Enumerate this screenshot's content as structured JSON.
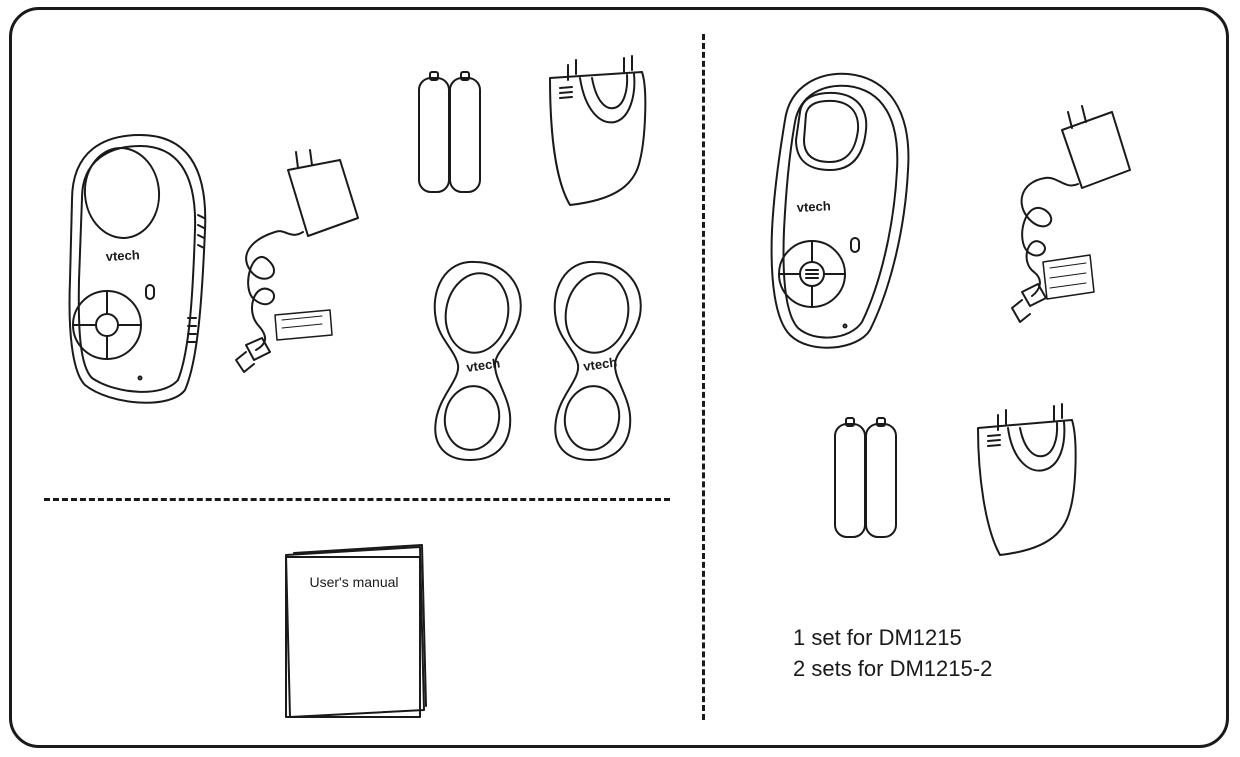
{
  "manual": {
    "label": "User's manual"
  },
  "brand": {
    "logo": "vtech"
  },
  "sets_note": {
    "line1": "1 set for DM1215",
    "line2": "2 sets for DM1215-2"
  },
  "icons": [
    "baby-unit-icon",
    "power-adapter-icon",
    "battery-icon",
    "battery-cover-icon",
    "belt-clip-icon",
    "parent-unit-icon",
    "manual-icon"
  ]
}
